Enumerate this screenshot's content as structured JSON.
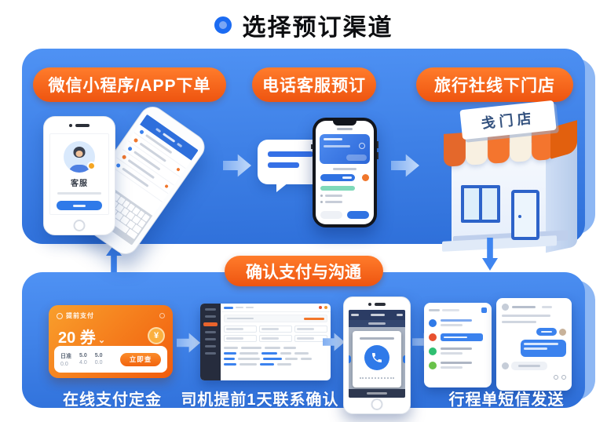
{
  "page": {
    "title": "选择预订渠道"
  },
  "colors": {
    "box_blue_top": "#4f92f4",
    "box_blue_bottom": "#2e6fd9",
    "accent_orange": "#ee5410",
    "arrow_blue": "#3f85f0",
    "link_blue": "#3b82ee"
  },
  "booking_channels": {
    "buttons": [
      {
        "label": "微信小程序/APP下单"
      },
      {
        "label": "电话客服预订"
      },
      {
        "label": "旅行社线下门店"
      }
    ],
    "app_phone": {
      "avatar_label": "客服"
    },
    "store_sign": "戋门店"
  },
  "payment_banner": {
    "label": "确认支付与沟通"
  },
  "payment_steps": {
    "deposit_card": {
      "header": "提前支付",
      "amount": "20 券",
      "chevron": "⌄",
      "coin_symbol": "¥",
      "stats_top": [
        "日准",
        "5.0",
        "5.0"
      ],
      "stats_bottom": [
        "0.0",
        "4.0",
        "0.0"
      ],
      "action_button": "立即查"
    },
    "captions": [
      {
        "label": "在线支付定金"
      },
      {
        "label": "司机提前1天联系确认"
      },
      {
        "label": "行程单短信发送"
      }
    ]
  }
}
